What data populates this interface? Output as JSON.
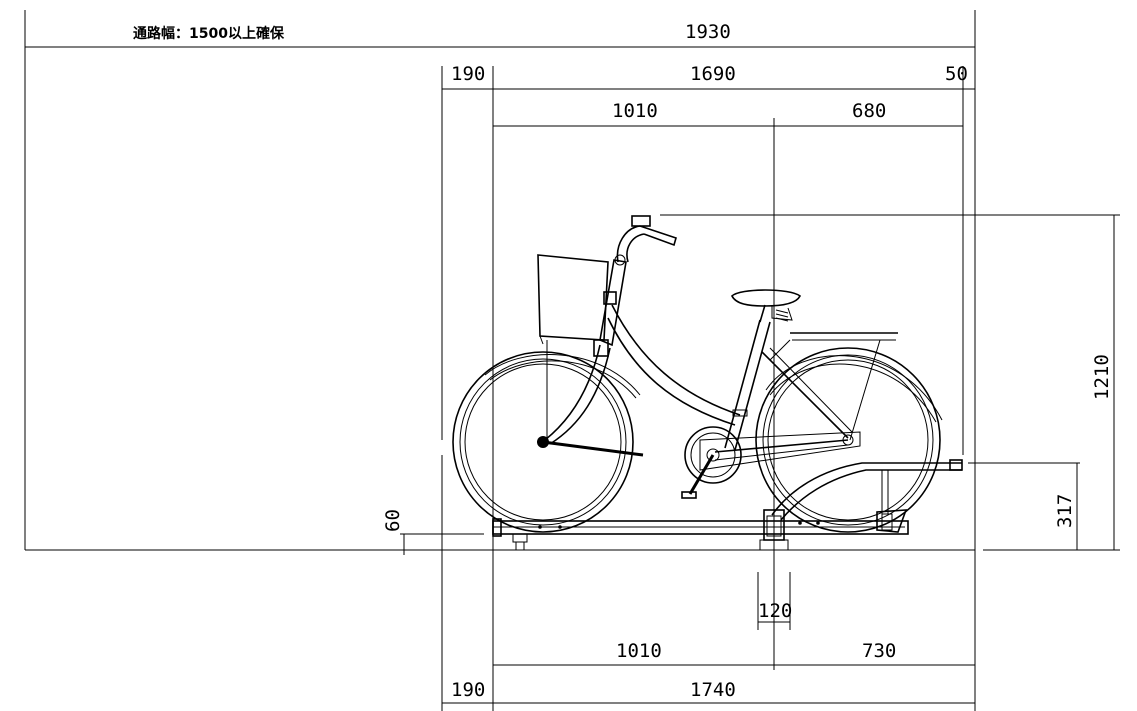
{
  "note": "通路幅：1500以上確保",
  "dimensions": {
    "top_total": "1930",
    "top_left_offset": "190",
    "top_wheelbase_span": "1690",
    "top_right_offset": "50",
    "top_front_part": "1010",
    "top_rear_part": "680",
    "height_total": "1210",
    "rack_height": "317",
    "front_clearance": "60",
    "rail_width": "120",
    "bottom_front_part": "1010",
    "bottom_rear_part": "730",
    "bottom_left_offset": "190",
    "bottom_span": "1740"
  }
}
